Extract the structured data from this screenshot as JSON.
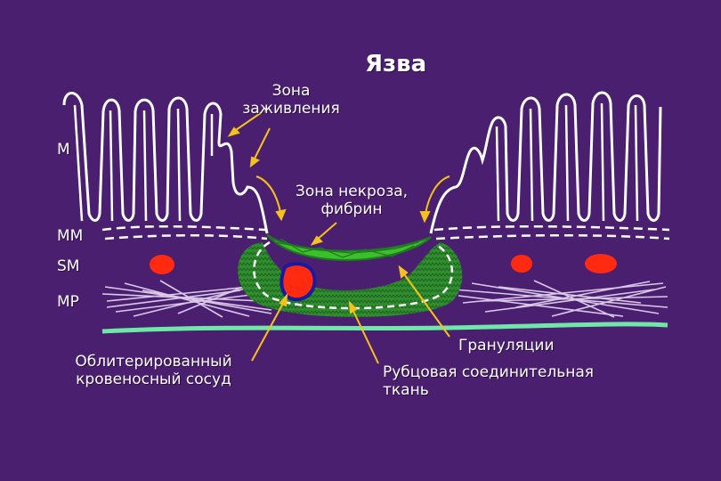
{
  "title": "Язва",
  "labels": {
    "healing_zone_1": "Зона",
    "healing_zone_2": "заживления",
    "necrosis_1": "Зона некроза,",
    "necrosis_2": "фибрин",
    "layer_m": "M",
    "layer_mm": "MM",
    "layer_sm": "SM",
    "layer_mp": "MP",
    "vessel_1": "Облитерированный",
    "vessel_2": "кровеносный сосуд",
    "granulation": "Грануляции",
    "scar_1": "Рубцовая соединительная",
    "scar_2": "ткань"
  },
  "colors": {
    "background": "#4b1f6f",
    "outline": "#ffffff",
    "arrow": "#f5c21b",
    "granulation": "#2f8f2f",
    "fibrin": "#3bbf2a",
    "muscle_fibers": "#d9c8e8",
    "serosa": "#6fe7a8",
    "vessel_fill": "#ff2a10",
    "obliterated_vessel_ring": "#1a1aa0"
  }
}
